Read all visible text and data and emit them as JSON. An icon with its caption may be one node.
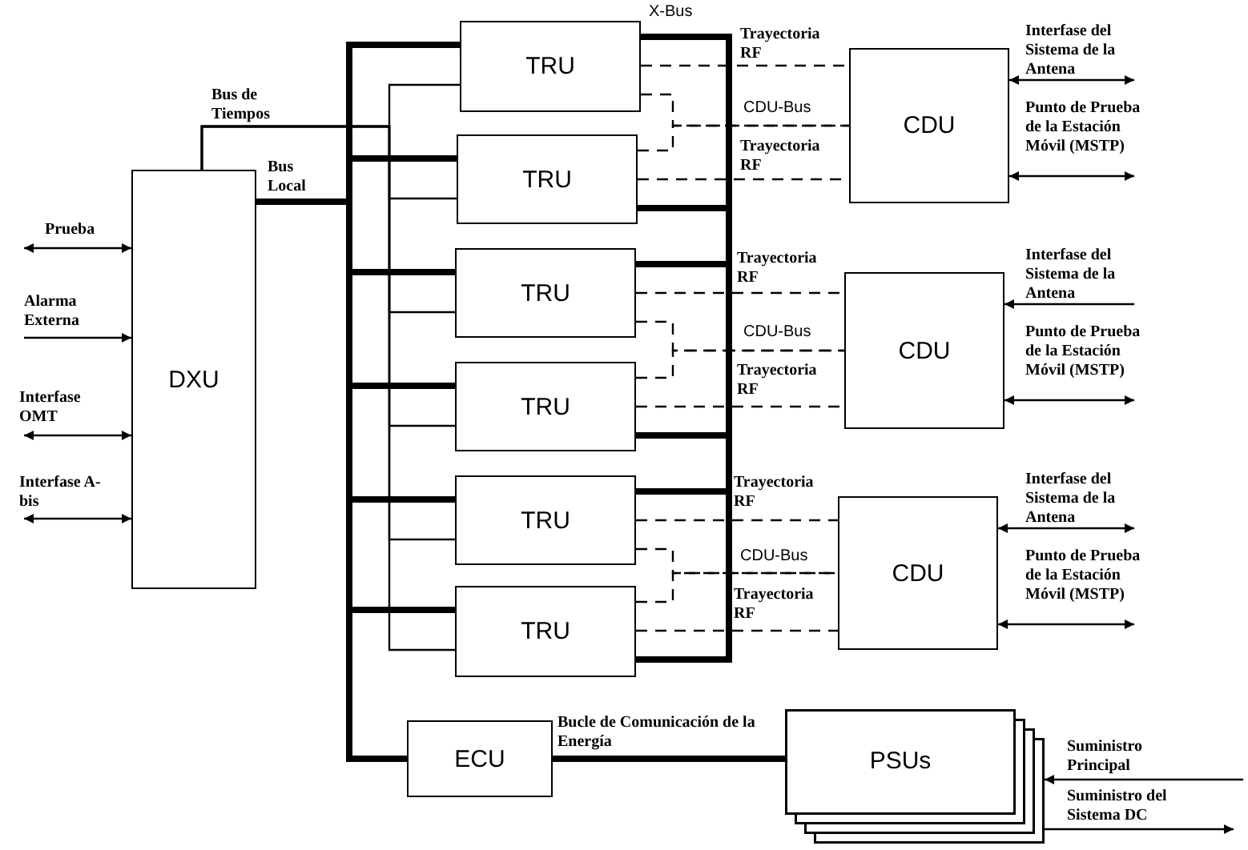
{
  "diagram": {
    "nodes": [
      {
        "text": [
          "DXU"
        ]
      },
      {
        "text": [
          "TRU"
        ]
      },
      {
        "text": [
          "TRU"
        ]
      },
      {
        "text": [
          "CDU"
        ]
      },
      {
        "text": [
          "TRU"
        ]
      },
      {
        "text": [
          "TRU"
        ]
      },
      {
        "text": [
          "CDU"
        ]
      },
      {
        "text": [
          "TRU"
        ]
      },
      {
        "text": [
          "TRU"
        ]
      },
      {
        "text": [
          "CDU"
        ]
      },
      {
        "text": [
          "ECU"
        ]
      },
      {
        "text": [
          "PSUs"
        ]
      }
    ],
    "edges": [
      {
        "from": null,
        "to": 0,
        "arrow": "both",
        "label": "Prueba"
      },
      {
        "from": null,
        "to": 0,
        "arrow": "to",
        "label": "Alarma Externa"
      },
      {
        "from": null,
        "to": 0,
        "arrow": "both",
        "label": "Interfase OMT"
      },
      {
        "from": null,
        "to": 0,
        "arrow": "both",
        "label": "Interfase A-bis"
      },
      {
        "from": 0,
        "to": 1,
        "arrow": "none",
        "label": "Bus de Tiempos"
      },
      {
        "from": 0,
        "to": 2,
        "arrow": "none"
      },
      {
        "from": 0,
        "to": 4,
        "arrow": "none"
      },
      {
        "from": 0,
        "to": 5,
        "arrow": "none"
      },
      {
        "from": 0,
        "to": 7,
        "arrow": "none"
      },
      {
        "from": 0,
        "to": 8,
        "arrow": "none"
      },
      {
        "from": 0,
        "to": 1,
        "arrow": "none",
        "label": "Bus Local",
        "style": "thick"
      },
      {
        "from": 0,
        "to": 2,
        "arrow": "none",
        "style": "thick"
      },
      {
        "from": 0,
        "to": 4,
        "arrow": "none",
        "style": "thick"
      },
      {
        "from": 0,
        "to": 5,
        "arrow": "none",
        "style": "thick"
      },
      {
        "from": 0,
        "to": 7,
        "arrow": "none",
        "style": "thick"
      },
      {
        "from": 0,
        "to": 8,
        "arrow": "none",
        "style": "thick"
      },
      {
        "from": 0,
        "to": 10,
        "arrow": "none",
        "style": "thick"
      },
      {
        "from": 1,
        "to": 2,
        "arrow": "none",
        "label": "X-Bus",
        "style": "thick"
      },
      {
        "from": 2,
        "to": 4,
        "arrow": "none",
        "style": "thick"
      },
      {
        "from": 4,
        "to": 5,
        "arrow": "none",
        "style": "thick"
      },
      {
        "from": 5,
        "to": 7,
        "arrow": "none",
        "style": "thick"
      },
      {
        "from": 7,
        "to": 8,
        "arrow": "none",
        "style": "thick"
      },
      {
        "from": 1,
        "to": 3,
        "arrow": "none",
        "label": "Trayectoria RF",
        "style": "dashed"
      },
      {
        "from": 1,
        "to": 3,
        "arrow": "none",
        "label": "CDU-Bus",
        "style": "dashed"
      },
      {
        "from": 2,
        "to": 3,
        "arrow": "none",
        "style": "dashed"
      },
      {
        "from": 2,
        "to": 3,
        "arrow": "none",
        "label": "Trayectoria RF",
        "style": "dashed"
      },
      {
        "from": 4,
        "to": 6,
        "arrow": "none",
        "label": "Trayectoria RF",
        "style": "dashed"
      },
      {
        "from": 4,
        "to": 6,
        "arrow": "none",
        "label": "CDU-Bus",
        "style": "dashed"
      },
      {
        "from": 5,
        "to": 6,
        "arrow": "none",
        "style": "dashed"
      },
      {
        "from": 5,
        "to": 6,
        "arrow": "none",
        "label": "Trayectoria RF",
        "style": "dashed"
      },
      {
        "from": 7,
        "to": 9,
        "arrow": "none",
        "label": "Trayectoria RF",
        "style": "dashed"
      },
      {
        "from": 7,
        "to": 9,
        "arrow": "none",
        "label": "CDU-Bus",
        "style": "dashed"
      },
      {
        "from": 8,
        "to": 9,
        "arrow": "none",
        "style": "dashed"
      },
      {
        "from": 8,
        "to": 9,
        "arrow": "none",
        "label": "Trayectoria RF",
        "style": "dashed"
      },
      {
        "from": 3,
        "to": null,
        "arrow": "both",
        "label": "Interfase del Sistema de la Antena"
      },
      {
        "from": 3,
        "to": null,
        "arrow": "both",
        "label": "Punto de Prueba de la Estación Móvil (MSTP)"
      },
      {
        "from": null,
        "to": 6,
        "arrow": "to",
        "label": "Interfase del Sistema de la Antena"
      },
      {
        "from": 6,
        "to": null,
        "arrow": "both",
        "label": "Punto de Prueba de la Estación Móvil (MSTP)"
      },
      {
        "from": 9,
        "to": null,
        "arrow": "both",
        "label": "Interfase del Sistema de la Antena"
      },
      {
        "from": 9,
        "to": null,
        "arrow": "both",
        "label": "Punto de Prueba de la Estación Móvil (MSTP)"
      },
      {
        "from": 10,
        "to": 11,
        "arrow": "none",
        "label": "Bucle de Comunicación de la Energía",
        "style": "thick"
      },
      {
        "from": null,
        "to": 11,
        "arrow": "to",
        "label": "Suministro Principal"
      },
      {
        "from": 11,
        "to": null,
        "arrow": "to",
        "label": "Suministro del Sistema DC"
      }
    ]
  }
}
